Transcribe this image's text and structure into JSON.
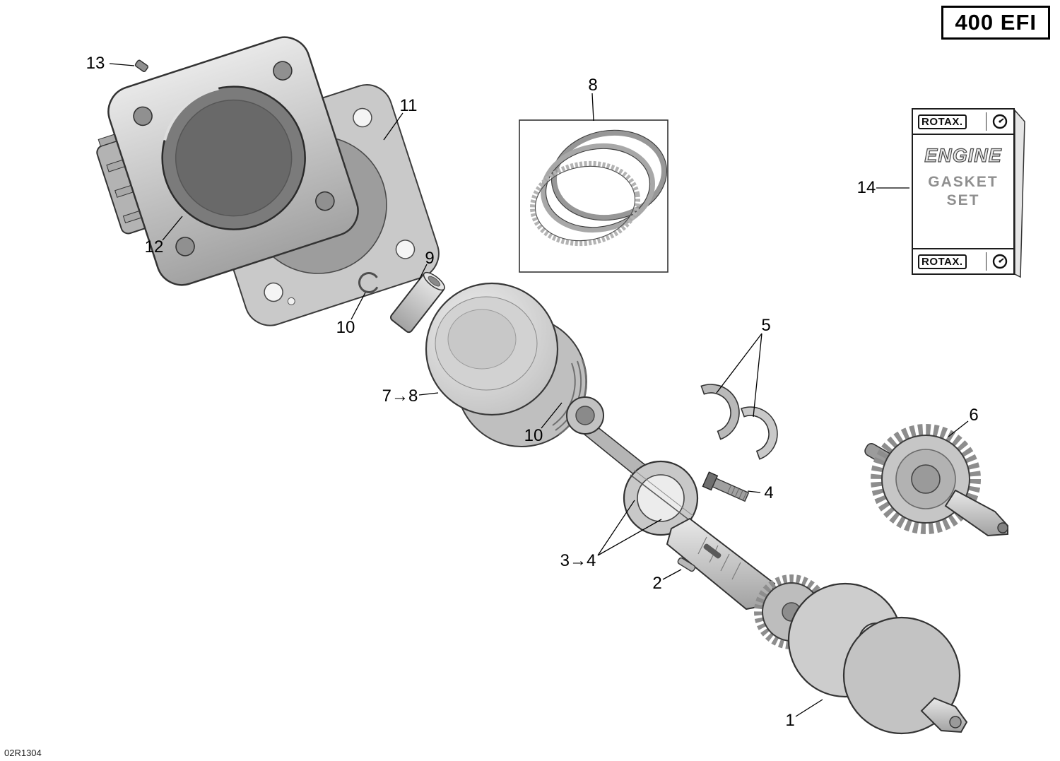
{
  "colors": {
    "ink": "#000000",
    "paper": "#ffffff",
    "metal_light": "#d9d9d9",
    "metal_dark": "#7a7a7a"
  },
  "title_box": {
    "label": "400 EFI"
  },
  "doc_code": "02R1304",
  "callouts": {
    "c13": "13",
    "c11": "11",
    "c12": "12",
    "c8": "8",
    "c14": "14",
    "c9": "9",
    "c10a": "10",
    "c7to8": "7→8",
    "c10b": "10",
    "c5": "5",
    "c6": "6",
    "c4": "4",
    "c3to4": "3→4",
    "c2": "2",
    "c1": "1"
  },
  "gasket_set_label": {
    "brand_top": "ROTAX.",
    "engine": "ENGINE",
    "gasket": "GASKET",
    "set": "SET",
    "brand_bottom": "ROTAX."
  }
}
